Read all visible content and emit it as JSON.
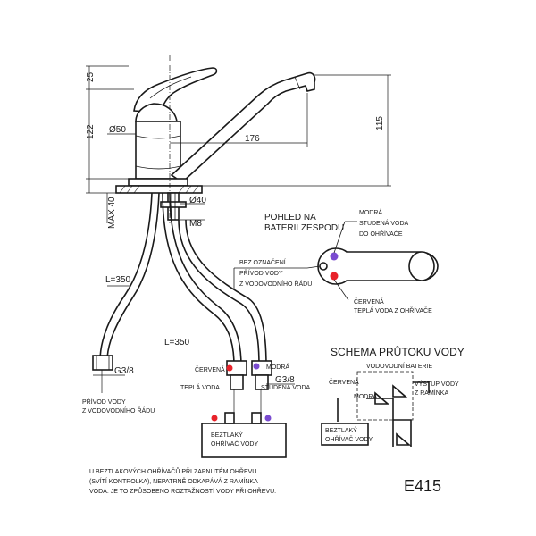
{
  "dimensions": {
    "height_top": "25",
    "height_body": "122",
    "height_total": "115",
    "diameter_body": "Ø50",
    "reach": "176",
    "diameter_shank": "Ø40",
    "max_deck": "MAX 40",
    "thread_m": "M8",
    "hose_len_1": "L=350",
    "hose_len_2": "L=350",
    "thread_g_1": "G3/8",
    "thread_g_2": "G3/8"
  },
  "labels": {
    "supply_left_line1": "PŘÍVOD VODY",
    "supply_left_line2": "Z VODOVODNÍHO ŘÁDU",
    "red_label": "ČERVENÁ",
    "warm_label": "TEPLÁ VODA",
    "blue_label": "MODRÁ",
    "cold_label": "STUDENÁ VODA",
    "heater_line1": "BEZTLAKÝ",
    "heater_line2": "OHŘÍVAČ VODY"
  },
  "bottom_view": {
    "title_line1": "POHLED NA",
    "title_line2": "BATERII ZESPODU",
    "blue_line1": "MODRÁ",
    "blue_line2": "STUDENÁ VODA",
    "blue_line3": "DO OHŘÍVAČE",
    "none_line1": "BEZ OZNAČENÍ",
    "none_line2": "PŘÍVOD VODY",
    "none_line3": "Z VODOVODNÍHO ŘÁDU",
    "red_line1": "ČERVENÁ",
    "red_line2": "TEPLÁ VODA Z OHŘÍVAČE"
  },
  "flow_scheme": {
    "title": "SCHEMA PRŮTOKU VODY",
    "subtitle": "VODOVODNÍ BATERIE",
    "red": "ČERVENÁ",
    "blue": "MODRÁ",
    "outlet_line1": "VÝSTUP VODY",
    "outlet_line2": "Z RAMÍNKA",
    "heater_line1": "BEZTLAKÝ",
    "heater_line2": "OHŘÍVAČ VODY"
  },
  "note": {
    "line1": "U BEZTLAKOVÝCH OHŘÍVAČŮ PŘI ZAPNUTÉM OHŘEVU",
    "line2": "(SVÍTÍ KONTROLKA), NEPATRNĚ ODKAPÁVÁ Z RAMÍNKA",
    "line3": "VODA. JE TO ZPŮSOBENO ROZTAŽNOSTÍ VODY PŘI OHŘEVU."
  },
  "model": "E415",
  "colors": {
    "red": "#e8222a",
    "blue": "#7a4bd0",
    "ink": "#1a1a1a"
  }
}
